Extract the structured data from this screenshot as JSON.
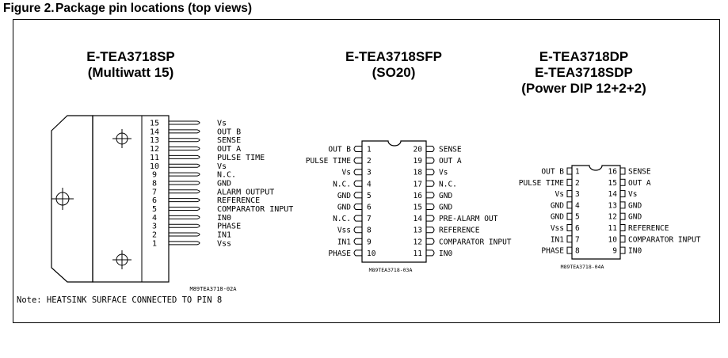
{
  "figure": {
    "number": "Figure 2.",
    "caption": "Package pin locations (top views)"
  },
  "packages": [
    {
      "id": "multiwatt",
      "title": "E-TEA3718SP",
      "subtitle": "(Multiwatt 15)",
      "drawing_code": "M89TEA3718-02A",
      "pins": [
        {
          "num": "15",
          "label": "Vs"
        },
        {
          "num": "14",
          "label": "OUT B"
        },
        {
          "num": "13",
          "label": "SENSE"
        },
        {
          "num": "12",
          "label": "OUT A"
        },
        {
          "num": "11",
          "label": "PULSE TIME"
        },
        {
          "num": "10",
          "label": "Vs"
        },
        {
          "num": "9",
          "label": "N.C."
        },
        {
          "num": "8",
          "label": "GND"
        },
        {
          "num": "7",
          "label": "ALARM OUTPUT"
        },
        {
          "num": "6",
          "label": "REFERENCE"
        },
        {
          "num": "5",
          "label": "COMPARATOR INPUT"
        },
        {
          "num": "4",
          "label": "IN0"
        },
        {
          "num": "3",
          "label": "PHASE"
        },
        {
          "num": "2",
          "label": "IN1"
        },
        {
          "num": "1",
          "label": "Vss"
        }
      ]
    },
    {
      "id": "so20",
      "title": "E-TEA3718SFP",
      "subtitle": "(SO20)",
      "drawing_code": "M89TEA3718-03A",
      "left_pins": [
        {
          "num": "1",
          "label": "OUT B"
        },
        {
          "num": "2",
          "label": "PULSE TIME"
        },
        {
          "num": "3",
          "label": "Vs"
        },
        {
          "num": "4",
          "label": "N.C."
        },
        {
          "num": "5",
          "label": "GND"
        },
        {
          "num": "6",
          "label": "GND"
        },
        {
          "num": "7",
          "label": "N.C."
        },
        {
          "num": "8",
          "label": "Vss"
        },
        {
          "num": "9",
          "label": "IN1"
        },
        {
          "num": "10",
          "label": "PHASE"
        }
      ],
      "right_pins": [
        {
          "num": "20",
          "label": "SENSE"
        },
        {
          "num": "19",
          "label": "OUT A"
        },
        {
          "num": "18",
          "label": "Vs"
        },
        {
          "num": "17",
          "label": "N.C."
        },
        {
          "num": "16",
          "label": "GND"
        },
        {
          "num": "15",
          "label": "GND"
        },
        {
          "num": "14",
          "label": "PRE-ALARM OUT"
        },
        {
          "num": "13",
          "label": "REFERENCE"
        },
        {
          "num": "12",
          "label": "COMPARATOR INPUT"
        },
        {
          "num": "11",
          "label": "IN0"
        }
      ]
    },
    {
      "id": "dip",
      "title": "E-TEA3718DP",
      "title2": "E-TEA3718SDP",
      "subtitle": "(Power DIP 12+2+2)",
      "drawing_code": "M89TEA3718-04A",
      "left_pins": [
        {
          "num": "1",
          "label": "OUT B"
        },
        {
          "num": "2",
          "label": "PULSE TIME"
        },
        {
          "num": "3",
          "label": "Vs"
        },
        {
          "num": "4",
          "label": "GND"
        },
        {
          "num": "5",
          "label": "GND"
        },
        {
          "num": "6",
          "label": "Vss"
        },
        {
          "num": "7",
          "label": "IN1"
        },
        {
          "num": "8",
          "label": "PHASE"
        }
      ],
      "right_pins": [
        {
          "num": "16",
          "label": "SENSE"
        },
        {
          "num": "15",
          "label": "OUT A"
        },
        {
          "num": "14",
          "label": "Vs"
        },
        {
          "num": "13",
          "label": "GND"
        },
        {
          "num": "12",
          "label": "GND"
        },
        {
          "num": "11",
          "label": "REFERENCE"
        },
        {
          "num": "10",
          "label": "COMPARATOR INPUT"
        },
        {
          "num": "9",
          "label": "IN0"
        }
      ]
    }
  ],
  "note": "Note: HEATSINK SURFACE CONNECTED TO PIN 8",
  "colors": {
    "line": "#000000",
    "background": "#ffffff"
  }
}
